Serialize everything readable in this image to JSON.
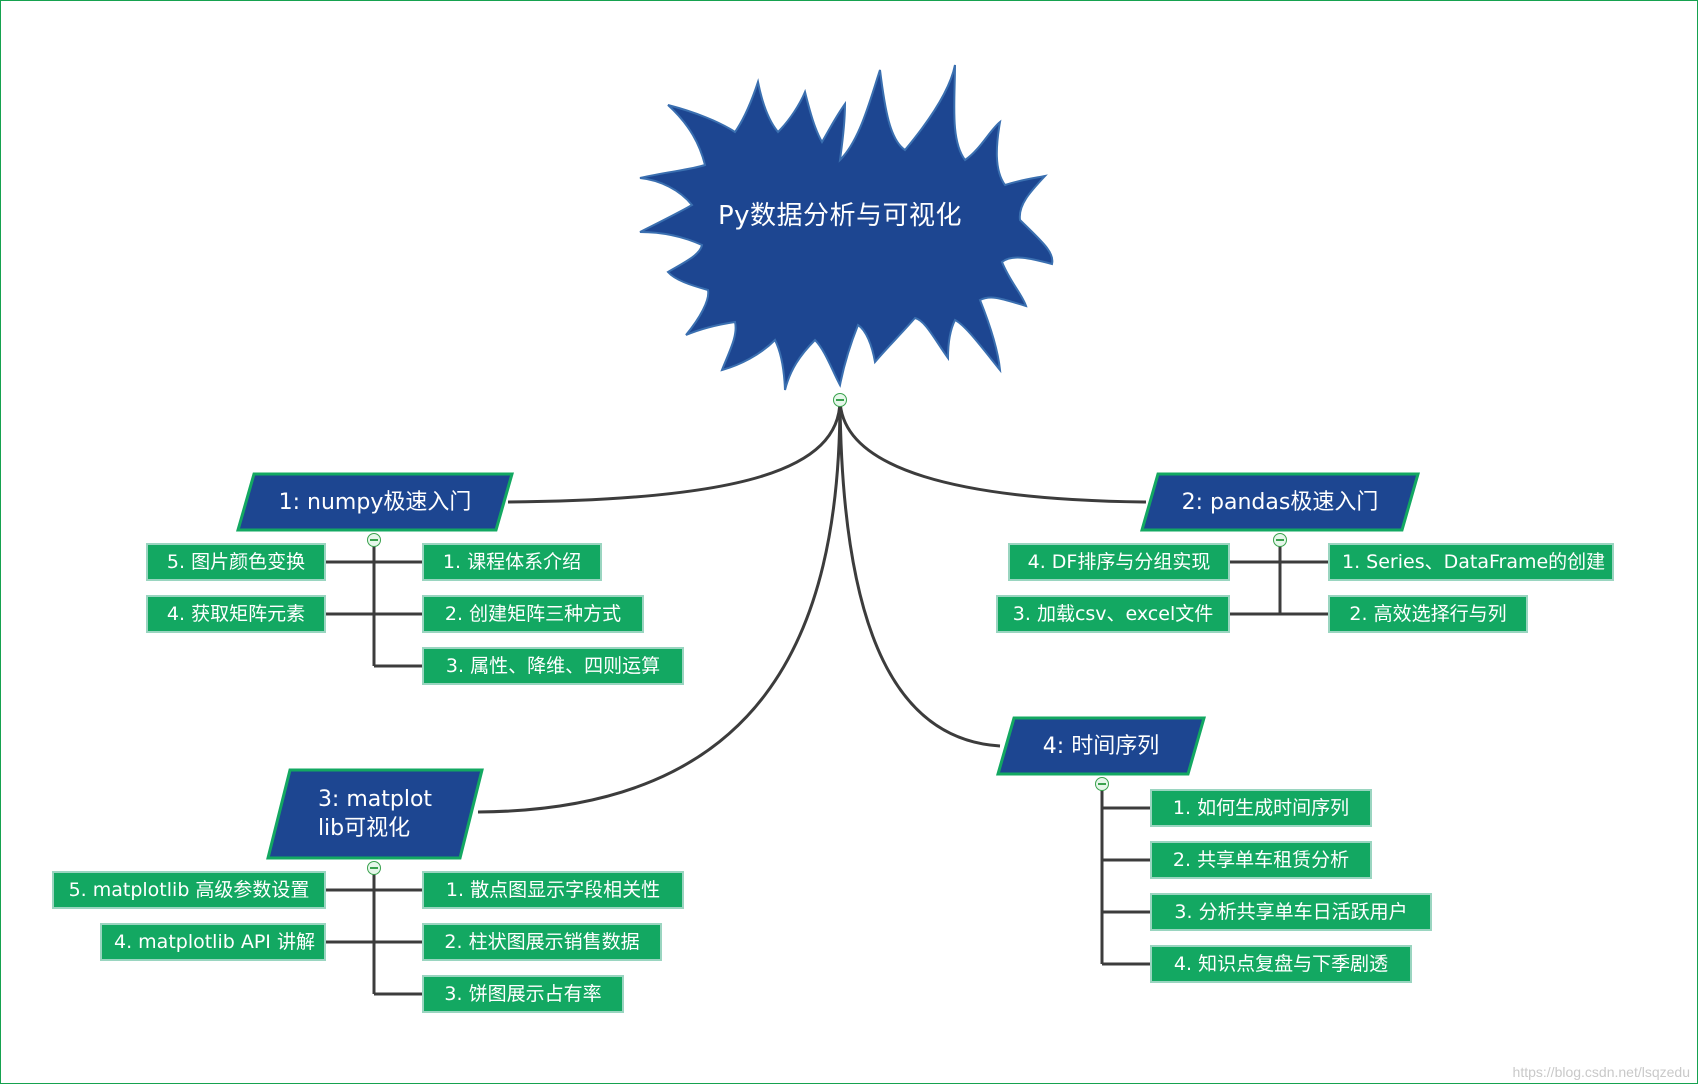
{
  "root": {
    "label": "Py数据分析与可视化",
    "fill": "#1d4691"
  },
  "colors": {
    "topic_fill": "#1d4691",
    "topic_border": "#13a862",
    "leaf_fill": "#13a862",
    "connector": "#3c3c3c"
  },
  "topics": [
    {
      "label": "1:  numpy极速入门",
      "left_children": [
        "5. 图片颜色变换",
        "4. 获取矩阵元素"
      ],
      "right_children": [
        "1. 课程体系介绍",
        "2. 创建矩阵三种方式",
        "3. 属性、降维、四则运算"
      ]
    },
    {
      "label": "2:  pandas极速入门",
      "left_children": [
        "4. DF排序与分组实现",
        "3. 加载csv、excel文件"
      ],
      "right_children": [
        "1. Series、DataFrame的创建",
        "2. 高效选择行与列"
      ]
    },
    {
      "label": "3:  matplot\nlib可视化",
      "left_children": [
        "5. matplotlib 高级参数设置",
        "4. matplotlib API 讲解"
      ],
      "right_children": [
        "1. 散点图显示字段相关性",
        "2. 柱状图展示销售数据",
        "3. 饼图展示占有率"
      ]
    },
    {
      "label": "4:  时间序列",
      "left_children": [],
      "right_children": [
        "1. 如何生成时间序列",
        "2. 共享单车租赁分析",
        "3. 分析共享单车日活跃用户",
        "4. 知识点复盘与下季剧透"
      ]
    }
  ],
  "watermark": "https://blog.csdn.net/lsqzedu"
}
